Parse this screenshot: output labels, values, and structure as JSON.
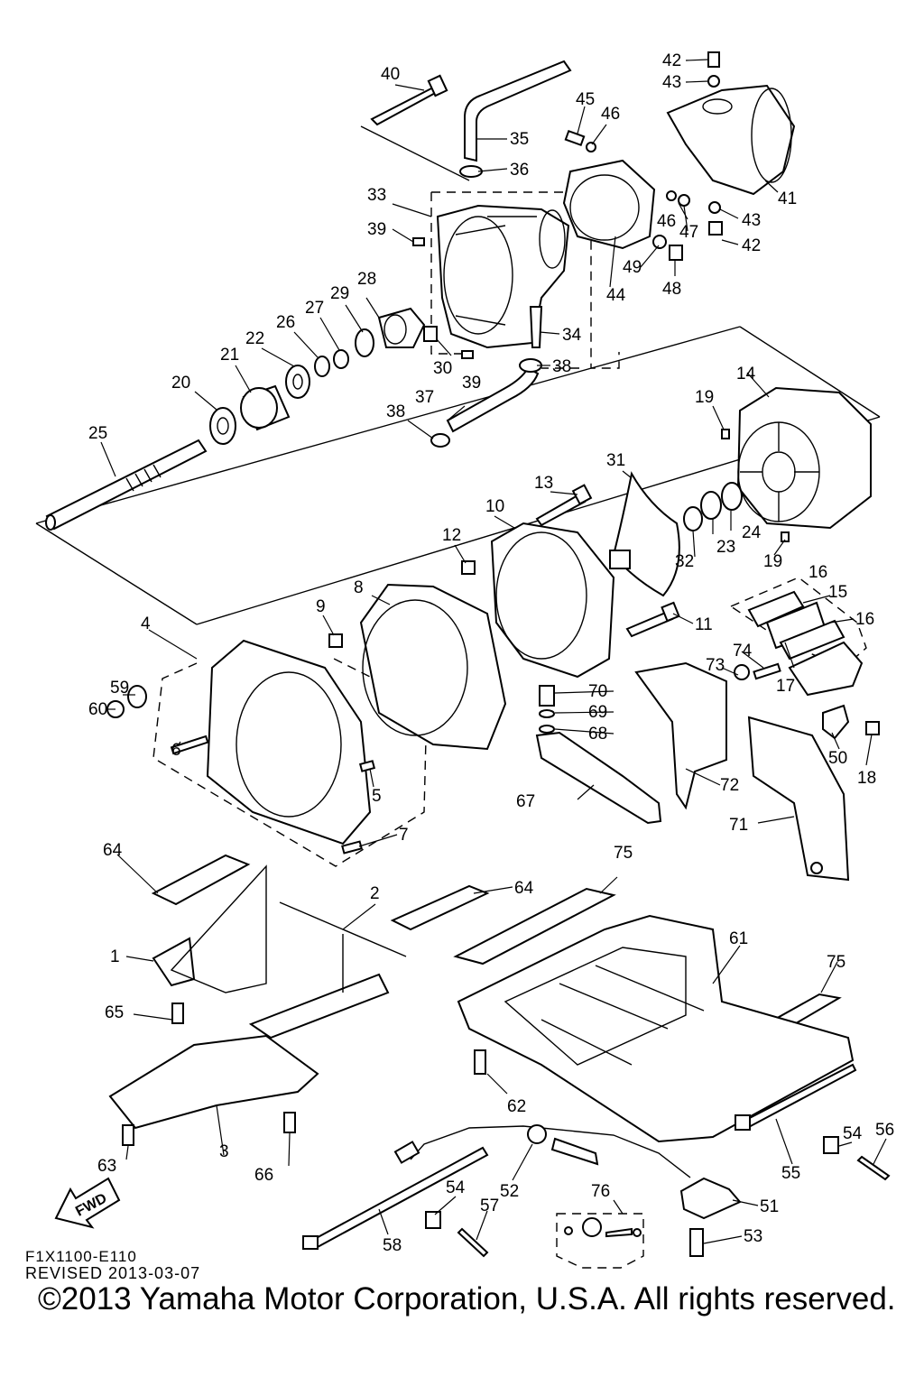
{
  "diagram": {
    "callouts": [
      "1",
      "2",
      "3",
      "4",
      "5",
      "6",
      "7",
      "8",
      "9",
      "10",
      "11",
      "12",
      "13",
      "14",
      "15",
      "16",
      "17",
      "18",
      "19",
      "20",
      "21",
      "22",
      "23",
      "24",
      "25",
      "26",
      "27",
      "28",
      "29",
      "30",
      "31",
      "32",
      "33",
      "34",
      "35",
      "36",
      "37",
      "38",
      "39",
      "40",
      "41",
      "42",
      "43",
      "44",
      "45",
      "46",
      "47",
      "48",
      "49",
      "50",
      "51",
      "52",
      "53",
      "54",
      "55",
      "56",
      "57",
      "58",
      "59",
      "60",
      "61",
      "62",
      "63",
      "64",
      "65",
      "66",
      "67",
      "68",
      "69",
      "70",
      "71",
      "72",
      "73",
      "74",
      "75",
      "76"
    ],
    "fwd_label": "FWD"
  },
  "footer": {
    "code": "F1X1100-E110",
    "revised": "REVISED 2013-03-07",
    "copyright": "©2013 Yamaha Motor Corporation, U.S.A. All rights reserved."
  }
}
